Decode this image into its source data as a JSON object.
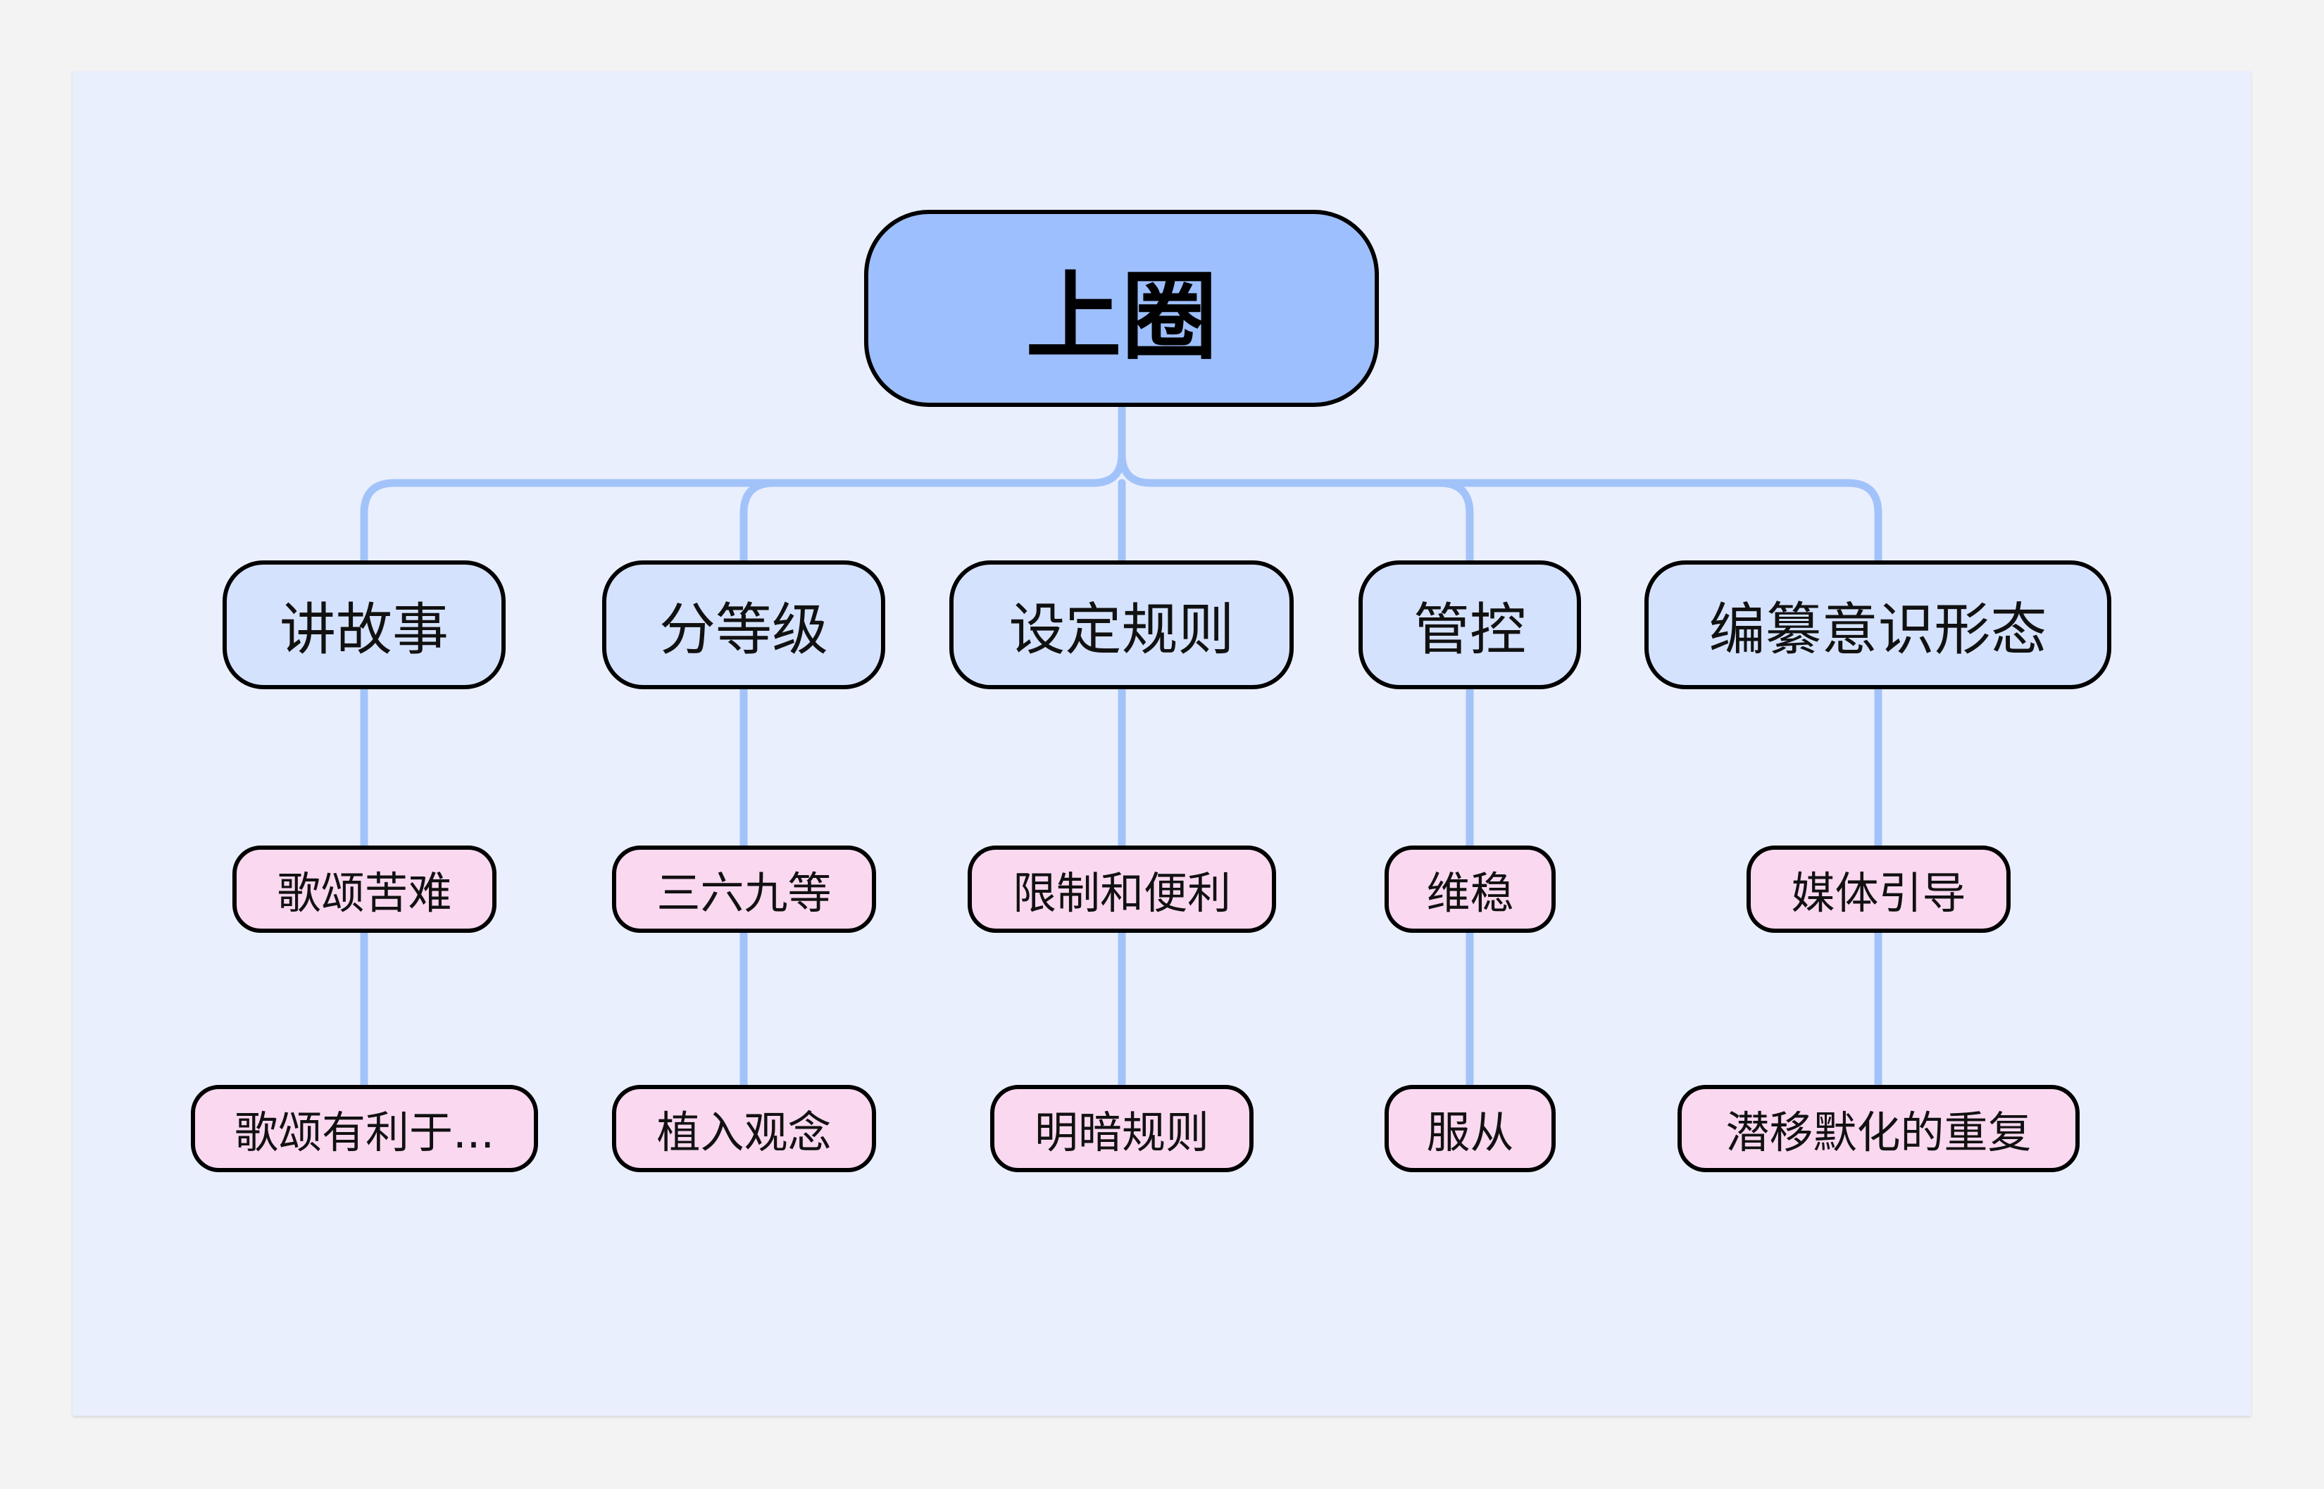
{
  "diagram": {
    "root": {
      "label": "上圈"
    },
    "branches": [
      {
        "label": "讲故事",
        "children": [
          "歌颂苦难",
          "歌颂有利于..."
        ]
      },
      {
        "label": "分等级",
        "children": [
          "三六九等",
          "植入观念"
        ]
      },
      {
        "label": "设定规则",
        "children": [
          "限制和便利",
          "明暗规则"
        ]
      },
      {
        "label": "管控",
        "children": [
          "维稳",
          "服从"
        ]
      },
      {
        "label": "编纂意识形态",
        "children": [
          "媒体引导",
          "潜移默化的重复"
        ]
      }
    ]
  },
  "colors": {
    "background": "#f3f3f3",
    "canvas": "#eaeffe",
    "connector": "#a2c3fa",
    "root_fill": "#9ebffd",
    "branch_fill": "#d5e2fd",
    "leaf_fill": "#f9d8f0",
    "border": "#000000"
  }
}
